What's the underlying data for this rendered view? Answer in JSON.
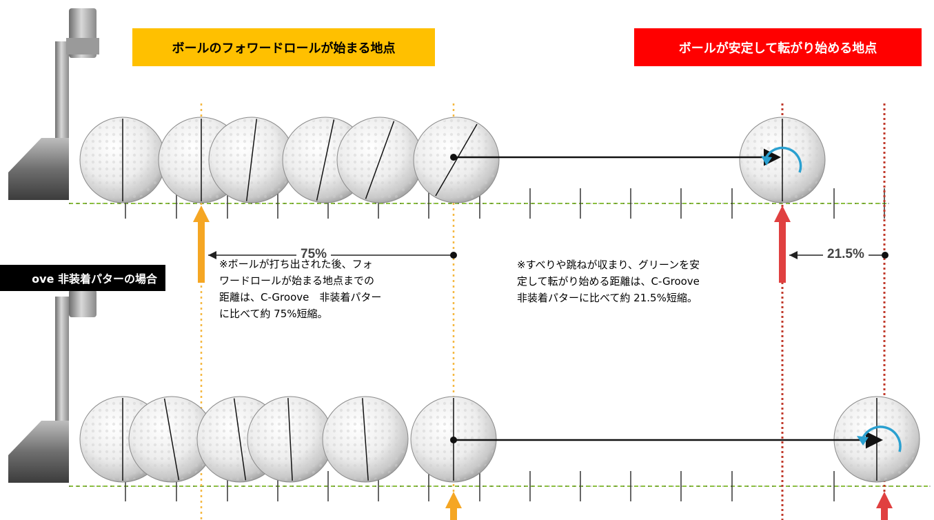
{
  "labels": {
    "forward_roll_start": "ボールのフォワードロールが始まる地点",
    "stable_roll_start": "ボールが安定して転がり始める地点",
    "non_groove_case": "ove 非装着パターの場合"
  },
  "measurements": {
    "forward_roll_reduction": "75%",
    "stable_roll_reduction": "21.5%"
  },
  "notes": {
    "left_lines": [
      "※ボールが打ち出された後、フォ",
      "ワードロールが始まる地点までの",
      "距離は、C-Groove　非装着パター",
      "に比べて約 75%短縮。"
    ],
    "right_lines": [
      "※すべりや跳ねが収まり、グリーンを安",
      "定して転がり始める距離は、C-Groove",
      "非装着パターに比べて約 21.5%短縮。"
    ]
  },
  "colors": {
    "banner_yellow": "#ffc000",
    "banner_red": "#ff0000",
    "arrow_orange": "#f5a623",
    "arrow_red": "#e04040",
    "rotation_blue": "#2aa0d0",
    "ground_green": "#8bbf3f"
  }
}
